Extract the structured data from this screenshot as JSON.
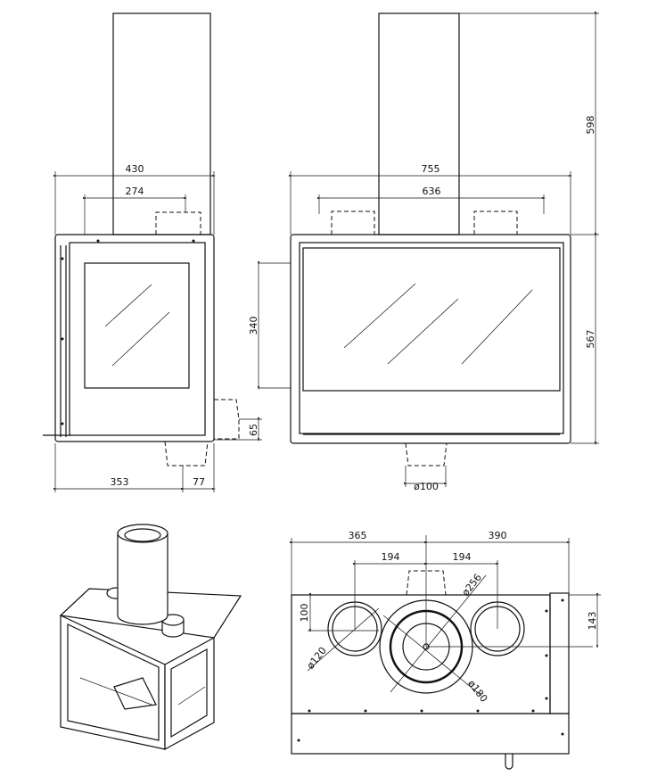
{
  "side_view": {
    "width": "430",
    "flue_spacing": "274",
    "glass_height": "340",
    "side_outlet_height": "65",
    "depth": "353",
    "rear_offset": "77"
  },
  "front_view": {
    "width": "755",
    "flue_spacing": "636",
    "chimney_height": "598",
    "body_height": "567",
    "bottom_outlet": "ø100"
  },
  "top_view": {
    "left_to_center": "365",
    "center_to_right": "390",
    "left_outlet_offset": "194",
    "right_outlet_offset": "194",
    "flue_collar": "ø256",
    "front_offset": "100",
    "center_depth": "143",
    "side_outlet": "ø120",
    "flue_outlet": "ø180"
  }
}
